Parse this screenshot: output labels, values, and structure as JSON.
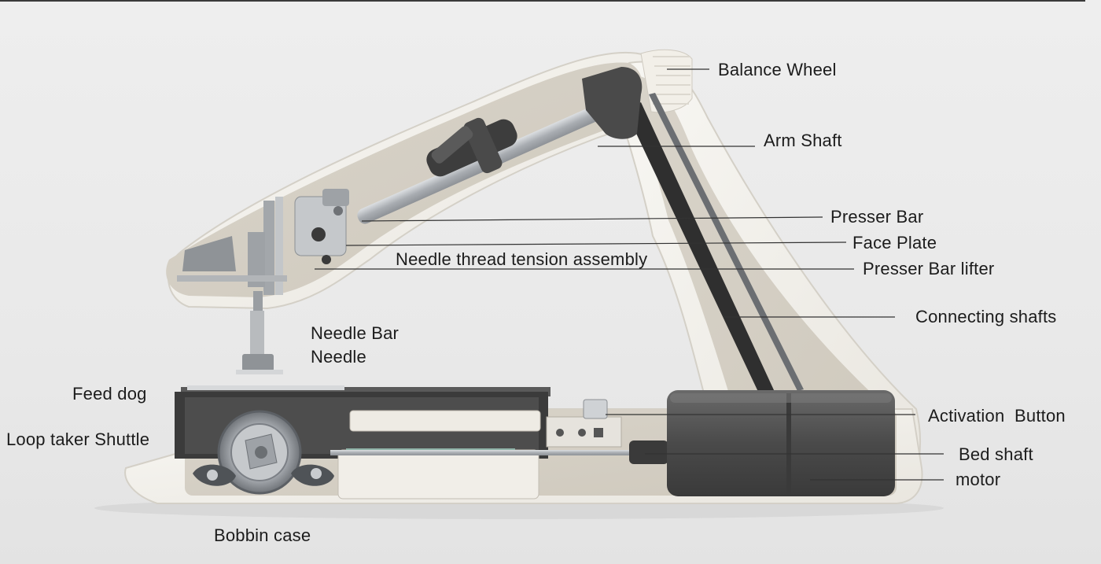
{
  "labels": {
    "balance_wheel": "Balance Wheel",
    "arm_shaft": "Arm Shaft",
    "presser_bar": "Presser Bar",
    "face_plate": "Face Plate",
    "needle_thread_tension": "Needle thread tension assembly",
    "presser_bar_lifter": "Presser Bar lifter",
    "connecting_shafts": "Connecting shafts",
    "needle_bar": "Needle Bar",
    "needle": "Needle",
    "feed_dog": "Feed dog",
    "loop_taker_shuttle": "Loop taker Shuttle",
    "activation_button": "Activation  Button",
    "bed_shaft": "Bed shaft",
    "motor": "motor",
    "bobbin_case": "Bobbin case"
  },
  "colors": {
    "background": "#ececec",
    "shell": "#f3f1ec",
    "cavity": "#e2ddd3",
    "dark_part": "#3c3c3c",
    "metal": "#b9bcbf",
    "leader_line": "#333333",
    "label_text": "#1c1c1c"
  }
}
